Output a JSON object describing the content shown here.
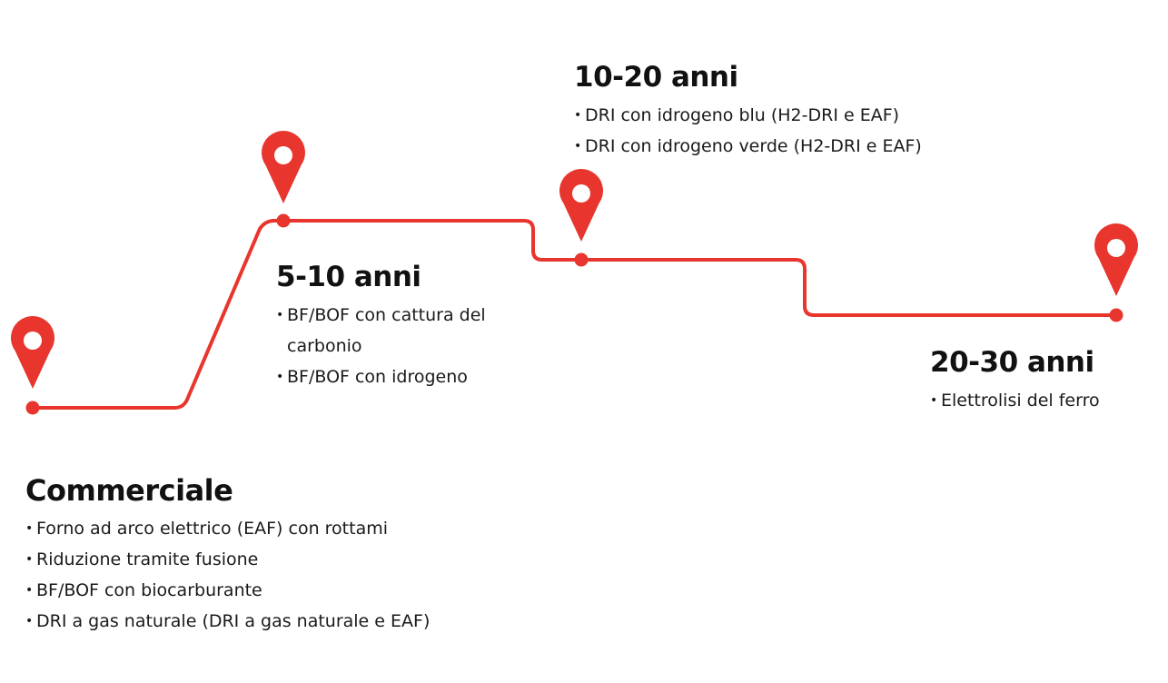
{
  "colors": {
    "accent": "#e8352d",
    "text": "#1a1a1a"
  },
  "stages": [
    {
      "title": "Commerciale",
      "items": [
        "Forno ad arco elettrico (EAF) con rottami",
        "Riduzione tramite fusione",
        "BF/BOF con biocarburante",
        "DRI a gas naturale (DRI a gas naturale e EAF)"
      ]
    },
    {
      "title": "5-10 anni",
      "items": [
        "BF/BOF con cattura del carbonio",
        "BF/BOF con idrogeno"
      ]
    },
    {
      "title": "10-20 anni",
      "items": [
        "DRI con idrogeno blu (H2-DRI e EAF)",
        "DRI con idrogeno verde (H2-DRI e EAF)"
      ]
    },
    {
      "title": "20-30 anni",
      "items": [
        "Elettrolisi del ferro"
      ]
    }
  ]
}
